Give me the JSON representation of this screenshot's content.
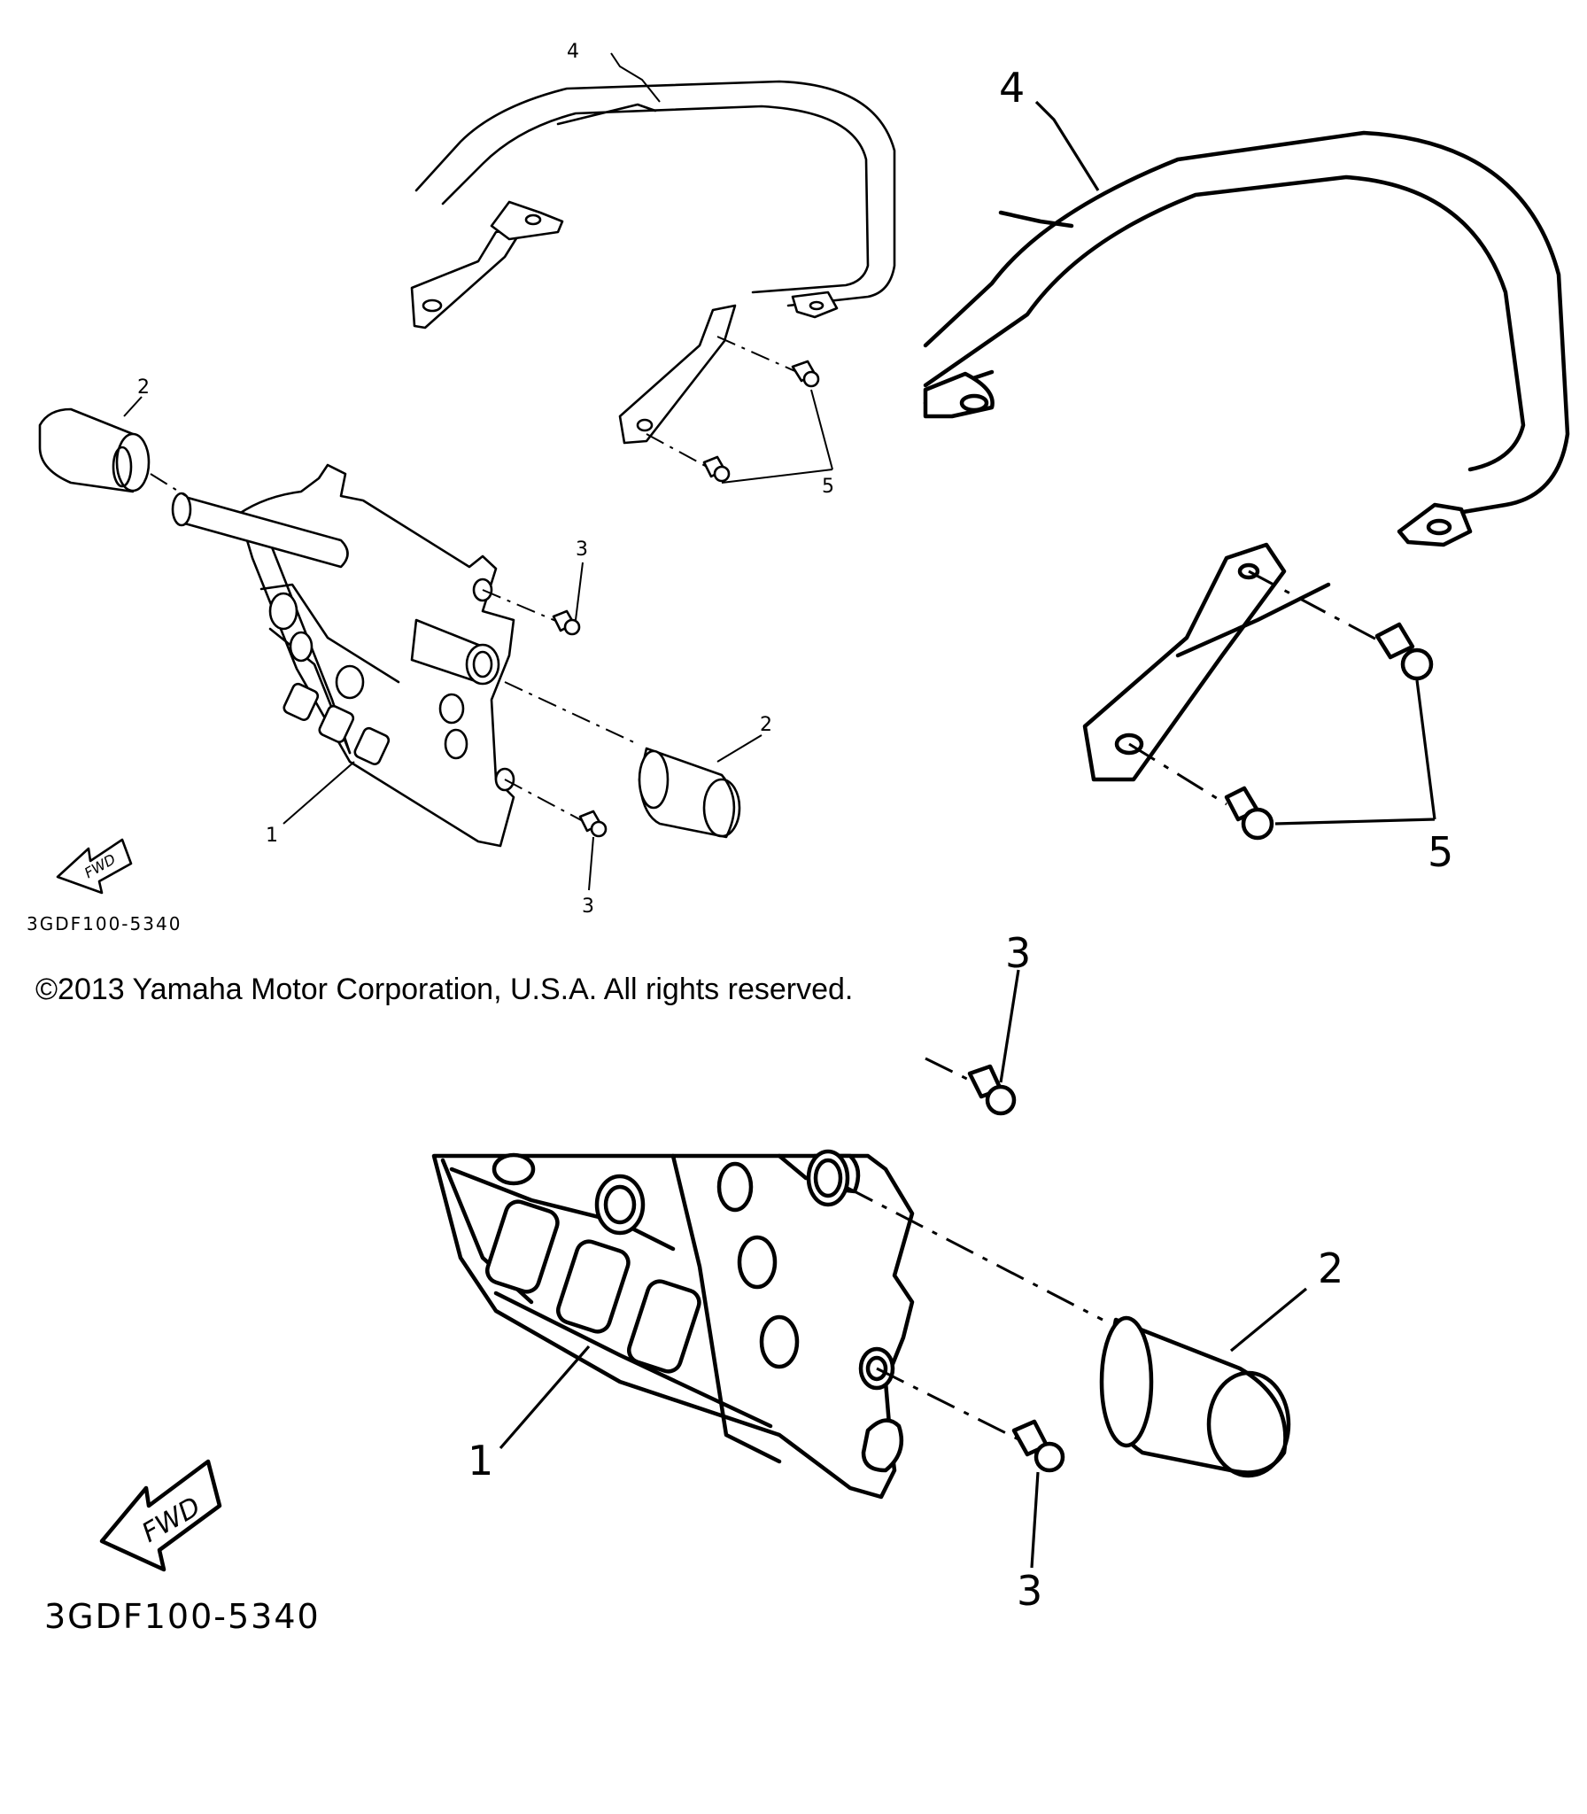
{
  "diagram_code": "3GDF100-5340",
  "copyright": "©2013 Yamaha Motor Corporation, U.S.A. All rights reserved.",
  "fwd_label": "FWD",
  "callouts": {
    "p1": "1",
    "p2": "2",
    "p3": "3",
    "p4": "4",
    "p5": "5"
  }
}
